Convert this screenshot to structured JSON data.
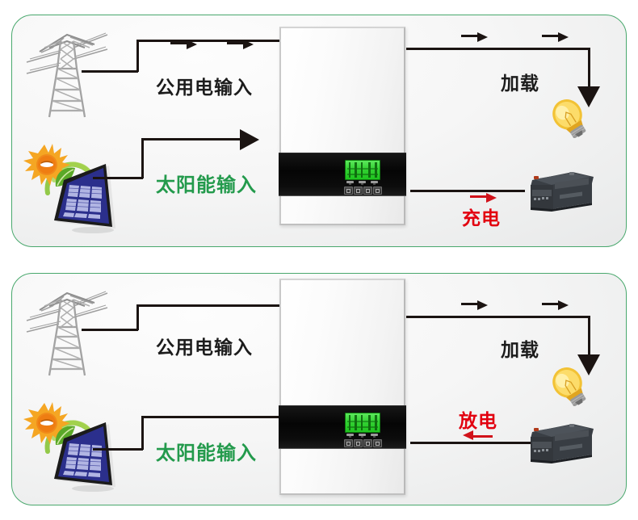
{
  "diagram": {
    "title": "Hybrid solar inverter energy flow diagram",
    "colors": {
      "panel_border": "#49a86d",
      "wire": "#1b1412",
      "green_text": "#239a4c",
      "red_text": "#e2000f",
      "dark_text": "#1c1c1c",
      "lcd_green": "#33d133"
    },
    "panels": [
      {
        "id": "mode-charging",
        "labels": {
          "utility_input": "公用电输入",
          "solar_input": "太阳能输入",
          "load": "加载",
          "battery_state": "充电"
        },
        "icons": {
          "utility": "transmission-tower-icon",
          "solar": "solar-panel-icon",
          "sun": "sun-icon",
          "leaves": "leaves-icon",
          "inverter": "inverter-icon",
          "load": "light-bulb-icon",
          "battery": "battery-icon"
        },
        "flows": {
          "utility_to_inverter": "right",
          "solar_to_inverter": "right",
          "inverter_to_load": "right",
          "inverter_to_battery": "right"
        }
      },
      {
        "id": "mode-discharging",
        "labels": {
          "utility_input": "公用电输入",
          "solar_input": "太阳能输入",
          "load": "加载",
          "battery_state": "放电"
        },
        "icons": {
          "utility": "transmission-tower-icon",
          "solar": "solar-panel-icon",
          "sun": "sun-icon",
          "leaves": "leaves-icon",
          "inverter": "inverter-icon",
          "load": "light-bulb-icon",
          "battery": "battery-icon"
        },
        "flows": {
          "utility_to_inverter": "none",
          "solar_to_inverter": "none",
          "inverter_to_load": "right",
          "battery_to_inverter": "left"
        }
      }
    ]
  }
}
